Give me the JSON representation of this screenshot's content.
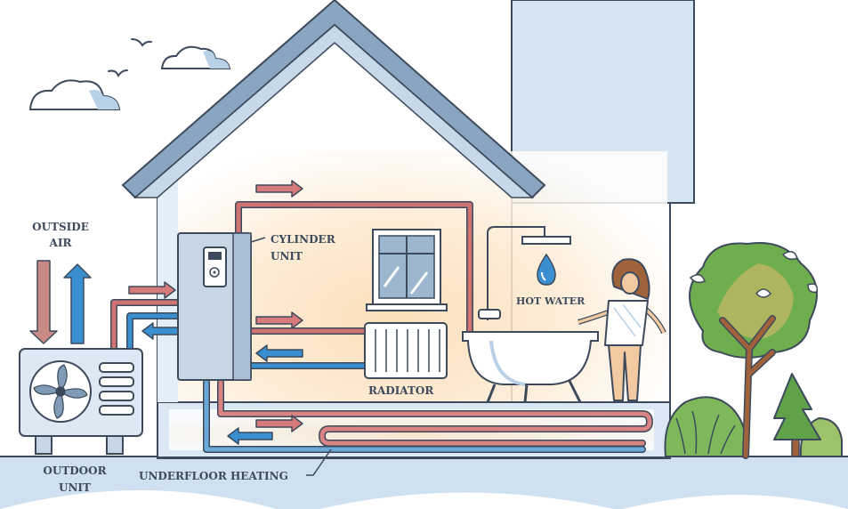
{
  "labels": {
    "outside_air_line1": "OUTSIDE",
    "outside_air_line2": "AIR",
    "cylinder_unit_line1": "CYLINDER",
    "cylinder_unit_line2": "UNIT",
    "hot_water": "HOT WATER",
    "radiator": "RADIATOR",
    "outdoor_unit_line1": "OUTDOOR",
    "outdoor_unit_line2": "UNIT",
    "underfloor_heating": "UNDERFLOOR HEATING"
  },
  "colors": {
    "outline": "#3d4a5c",
    "hot_pipe": "#c9696a",
    "cold_pipe": "#3a8fd0",
    "wall_light": "#dbe8f3",
    "roof": "#7f9bb7",
    "warm_glow": "#fbe1bf",
    "tree_green": "#6fae4e",
    "ground": "#b9d3e8"
  }
}
